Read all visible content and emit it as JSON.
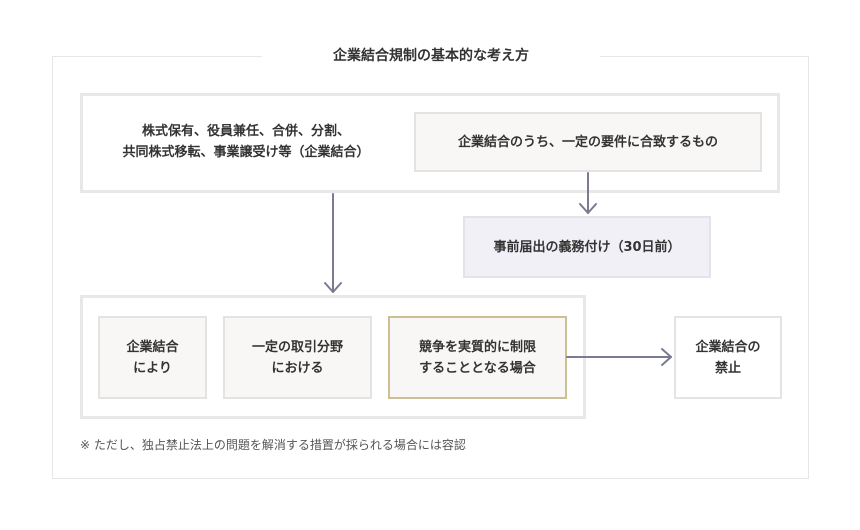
{
  "title": "企業結合規制の基本的な考え方",
  "top_left_text": [
    "株式保有、役員兼任、合併、分割、",
    "共同株式移転、事業譲受け等（企業結合）"
  ],
  "top_right_text": "企業結合のうち、一定の要件に合致するもの",
  "notification_text": "事前届出の義務付け（30日前）",
  "conditions": [
    [
      "企業結合",
      "により"
    ],
    [
      "一定の取引分野",
      "における"
    ],
    [
      "競争を実質的に制限",
      "することとなる場合"
    ]
  ],
  "result_text": [
    "企業結合の",
    "禁止"
  ],
  "note": "※ ただし、独占禁止法上の問題を解消する措置が採られる場合には容認",
  "colors": {
    "arrow": "#7a7a92",
    "gold_border": "#cdbf94",
    "lilac_fill": "#f1f0f6"
  }
}
